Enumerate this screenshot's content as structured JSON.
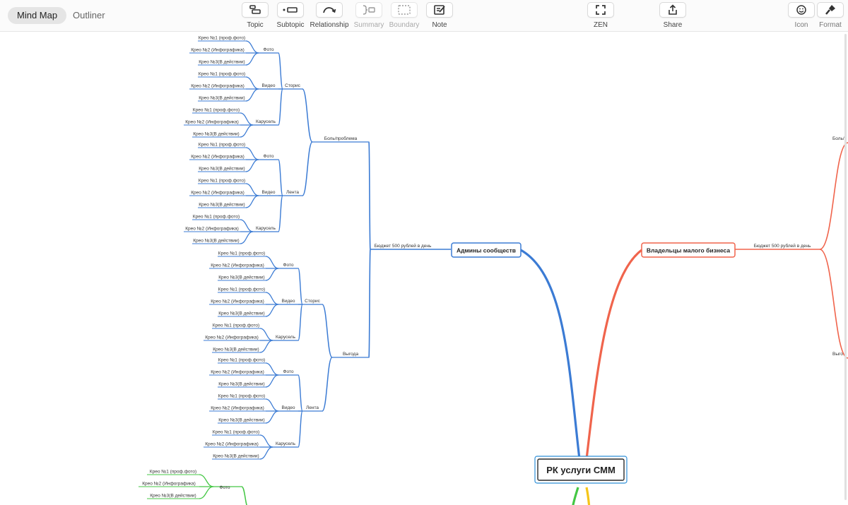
{
  "tabs": [
    {
      "label": "Mind Map"
    },
    {
      "label": "Outliner"
    }
  ],
  "toolbar": {
    "topic": "Topic",
    "subtopic": "Subtopic",
    "relationship": "Relationship",
    "summary": "Summary",
    "boundary": "Boundary",
    "note": "Note",
    "zen": "ZEN",
    "share": "Share",
    "icon": "Icon",
    "format": "Format"
  },
  "map": {
    "root": "РК услуги СММ",
    "left_main": "Админы сообществ",
    "right_main": "Владельцы малого бизнеса",
    "budget_left": "Бюджет 500 рублей в день",
    "budget_right": "Бюджет 500 рублей в день",
    "pain": "Боль/проблема",
    "benefit": "Выгода",
    "stories": "Сторис",
    "feed": "Лента",
    "photo": "Фото",
    "video": "Видео",
    "carousel": "Карусель",
    "kreo1": "Крео №1 (проф.фото)",
    "kreo2": "Крео №2 (Инфографика)",
    "kreo3": "Крео №3(В действии)",
    "right_pain_partial": "Боль/",
    "right_benefit_partial": "Выго"
  },
  "colors": {
    "left_branch": "#3b7bd4",
    "right_branch": "#f0644c",
    "green_branch": "#44c744",
    "yellow_branch": "#f5c518",
    "root_border": "#2f8fd8"
  }
}
